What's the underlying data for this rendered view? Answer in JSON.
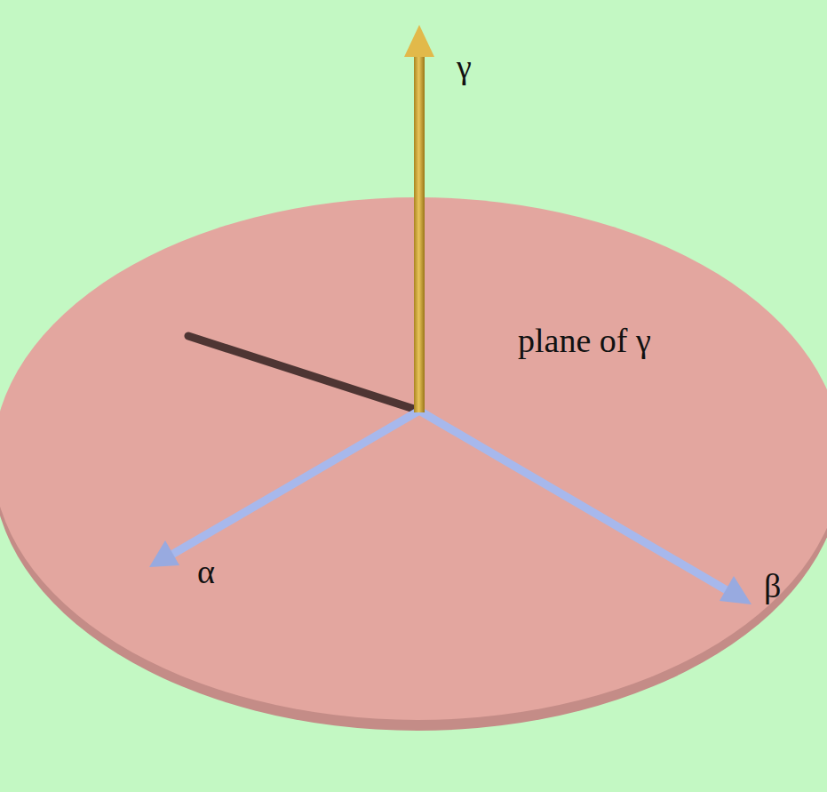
{
  "diagram": {
    "labels": [
      "γ",
      "plane of γ",
      "α",
      "β"
    ]
  }
}
